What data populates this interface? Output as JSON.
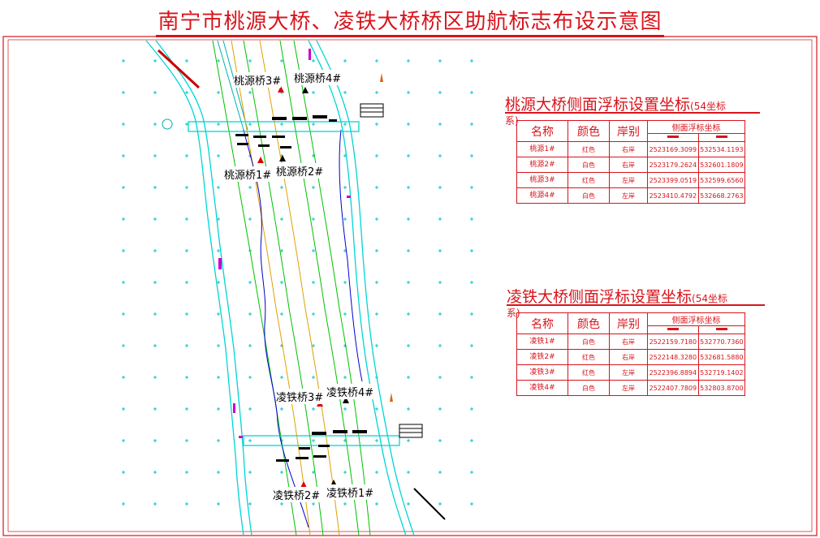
{
  "title": "南宁市桃源大桥、凌铁大桥桥区助航标志布设示意图",
  "map_labels": {
    "taoyuan_3": "桃源桥3#",
    "taoyuan_4": "桃源桥4#",
    "taoyuan_1": "桃源桥1#",
    "taoyuan_2": "桃源桥2#",
    "lingtie_3": "凌铁桥3#",
    "lingtie_4": "凌铁桥4#",
    "lingtie_2": "凌铁桥2#",
    "lingtie_1": "凌铁桥1#"
  },
  "tables": {
    "taoyuan": {
      "title": "桃源大桥侧面浮标设置坐标",
      "title_suffix": "(54坐标",
      "title_tail": "系)",
      "headers": {
        "name": "名称",
        "color": "颜色",
        "bank": "岸别",
        "coord": "侧面浮标坐标"
      },
      "rows": [
        {
          "name": "桃源1#",
          "color": "红色",
          "bank": "右岸",
          "x": "2523169.3099",
          "y": "532534.1193"
        },
        {
          "name": "桃源2#",
          "color": "白色",
          "bank": "右岸",
          "x": "2523179.2624",
          "y": "532601.1809"
        },
        {
          "name": "桃源3#",
          "color": "红色",
          "bank": "左岸",
          "x": "2523399.0519",
          "y": "532599.6560"
        },
        {
          "name": "桃源4#",
          "color": "白色",
          "bank": "左岸",
          "x": "2523410.4792",
          "y": "532668.2763"
        }
      ]
    },
    "lingtie": {
      "title": "凌铁大桥侧面浮标设置坐标",
      "title_suffix": "(54坐标",
      "title_tail": "系)",
      "headers": {
        "name": "名称",
        "color": "颜色",
        "bank": "岸别",
        "coord": "侧面浮标坐标"
      },
      "rows": [
        {
          "name": "凌铁1#",
          "color": "白色",
          "bank": "右岸",
          "x": "2522159.7180",
          "y": "532770.7360"
        },
        {
          "name": "凌铁2#",
          "color": "红色",
          "bank": "右岸",
          "x": "2522148.3280",
          "y": "532681.5880"
        },
        {
          "name": "凌铁3#",
          "color": "红色",
          "bank": "左岸",
          "x": "2522396.8894",
          "y": "532719.1402"
        },
        {
          "name": "凌铁4#",
          "color": "白色",
          "bank": "左岸",
          "x": "2522407.7809",
          "y": "532803.8700"
        }
      ]
    }
  },
  "colors": {
    "title": "#d8141b",
    "frame": "#d8141b",
    "river_bank": "#00d5d5",
    "channel_green": "#00c000",
    "channel_orange": "#e0a000",
    "thalweg": "#0000cc"
  }
}
